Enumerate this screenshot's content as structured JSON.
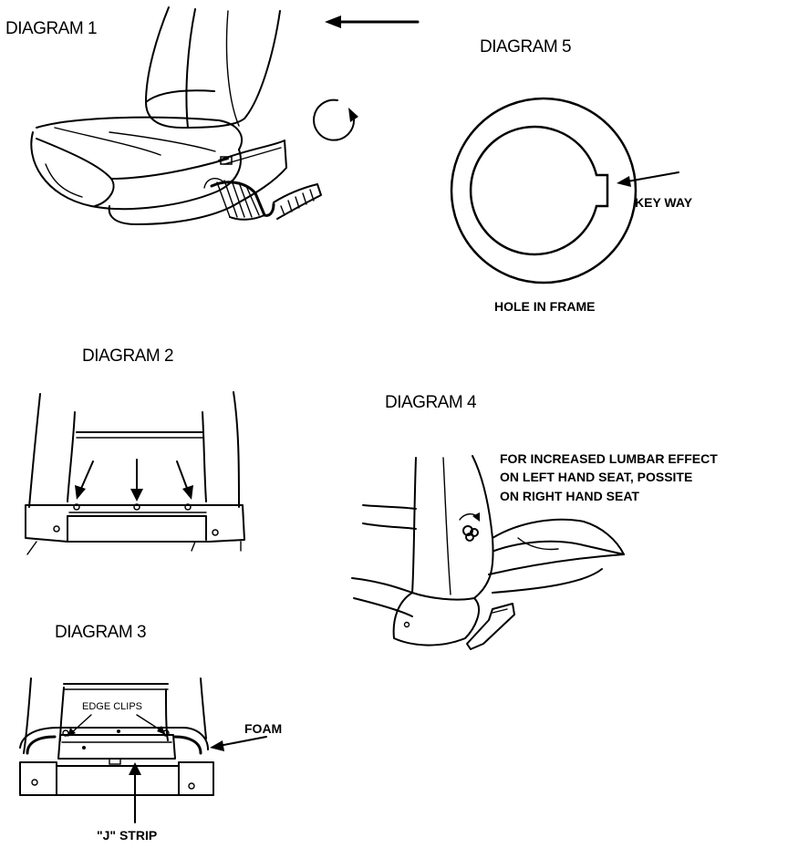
{
  "diagram1": {
    "title": "DIAGRAM 1"
  },
  "diagram2": {
    "title": "DIAGRAM 2"
  },
  "diagram3": {
    "title": "DIAGRAM 3",
    "edge_clips_label": "EDGE CLIPS",
    "foam_label": "FOAM",
    "j_strip_label": "\"J\" STRIP"
  },
  "diagram4": {
    "title": "DIAGRAM 4",
    "note_line1": "FOR INCREASED LUMBAR EFFECT",
    "note_line2": "ON LEFT HAND SEAT, POSSITE",
    "note_line3": "ON RIGHT HAND SEAT"
  },
  "diagram5": {
    "title": "DIAGRAM 5",
    "keyway_label": "KEY WAY",
    "caption": "HOLE IN FRAME"
  }
}
